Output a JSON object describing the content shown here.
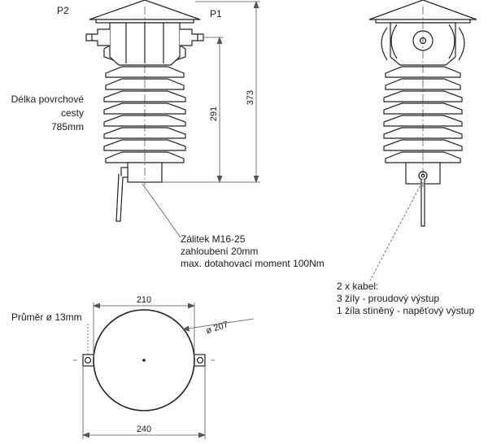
{
  "side_view": {
    "pin_left": "P2",
    "pin_right": "P1",
    "creepage": [
      "Délka povrchové",
      "cesty",
      "785mm"
    ],
    "dim_291": "291",
    "dim_373": "373",
    "thread_note": [
      "Zálitek M16-25",
      "zahloubení 20mm",
      "max. dotahovací moment 100Nm"
    ]
  },
  "front_view": {
    "cable_note": [
      "2 x kabel:",
      "3 žíly - proudový výstup",
      "1 žíla stíněný - napěťový výstup"
    ]
  },
  "base_view": {
    "hole_label": "Průměr ø 13mm",
    "dim_210": "210",
    "dim_207": "ø 207",
    "dim_240": "240"
  }
}
